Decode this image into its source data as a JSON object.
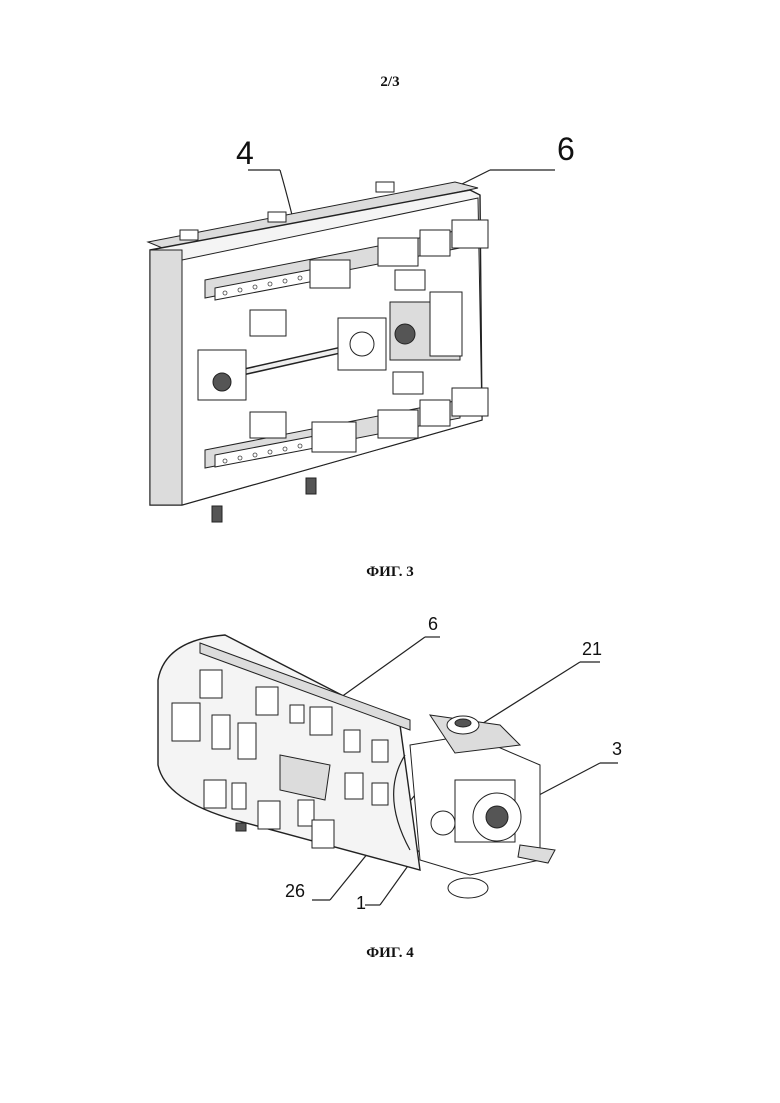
{
  "page_number": "2/3",
  "figures": [
    {
      "caption": "ФИГ. 3",
      "labels": [
        "4",
        "6"
      ]
    },
    {
      "caption": "ФИГ. 4",
      "labels": [
        "6",
        "21",
        "3",
        "26",
        "1"
      ]
    }
  ]
}
